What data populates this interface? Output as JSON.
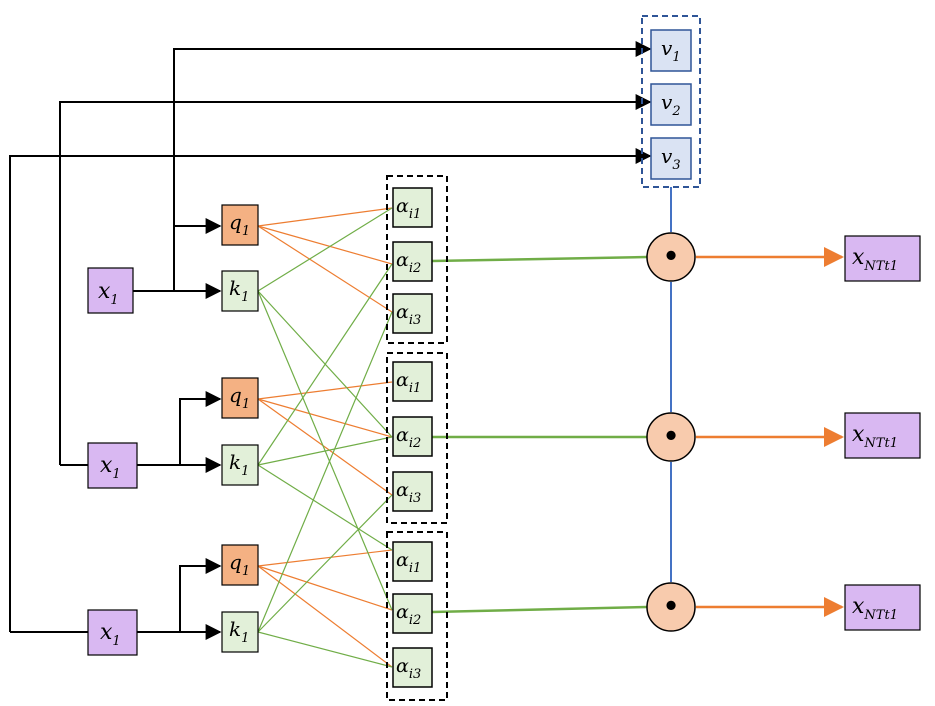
{
  "colors": {
    "input_fill": "#d9b8f2",
    "query_fill": "#f4b183",
    "key_fill": "#e2f0d9",
    "value_fill": "#dae3f3",
    "value_stroke": "#2f5597",
    "alpha_fill": "#e2f0d9",
    "mult_fill": "#f8cbad",
    "output_fill": "#d9b8f2",
    "arrow_black": "#000000",
    "q_line": "#ed7d31",
    "k_line": "#70ad47",
    "weight_line": "#70ad47",
    "v_line": "#4472c4",
    "out_line": "#ed7d31"
  },
  "inputs": [
    {
      "base": "x",
      "sub": "1"
    },
    {
      "base": "x",
      "sub": "1"
    },
    {
      "base": "x",
      "sub": "1"
    }
  ],
  "queries": [
    {
      "base": "q",
      "sub": "1"
    },
    {
      "base": "q",
      "sub": "1"
    },
    {
      "base": "q",
      "sub": "1"
    }
  ],
  "keys": [
    {
      "base": "k",
      "sub": "1"
    },
    {
      "base": "k",
      "sub": "1"
    },
    {
      "base": "k",
      "sub": "1"
    }
  ],
  "values": [
    {
      "base": "v",
      "sub": "1"
    },
    {
      "base": "v",
      "sub": "2"
    },
    {
      "base": "v",
      "sub": "3"
    }
  ],
  "alpha_groups": [
    [
      {
        "base": "α",
        "sub": "i1"
      },
      {
        "base": "α",
        "sub": "i2"
      },
      {
        "base": "α",
        "sub": "i3"
      }
    ],
    [
      {
        "base": "α",
        "sub": "i1"
      },
      {
        "base": "α",
        "sub": "i2"
      },
      {
        "base": "α",
        "sub": "i3"
      }
    ],
    [
      {
        "base": "α",
        "sub": "i1"
      },
      {
        "base": "α",
        "sub": "i2"
      },
      {
        "base": "α",
        "sub": "i3"
      }
    ]
  ],
  "multipliers": [
    {
      "symbol": "•"
    },
    {
      "symbol": "•"
    },
    {
      "symbol": "•"
    }
  ],
  "outputs": [
    {
      "base": "x",
      "sub": "NTt1"
    },
    {
      "base": "x",
      "sub": "NTt1"
    },
    {
      "base": "x",
      "sub": "NTt1"
    }
  ]
}
